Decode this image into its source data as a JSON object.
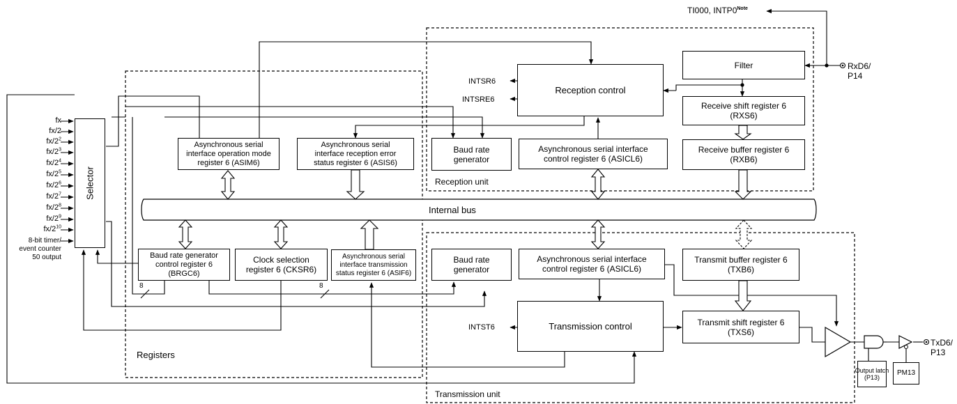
{
  "clock_inputs": [
    {
      "base": "fx",
      "exp": ""
    },
    {
      "base": "fx/2",
      "exp": ""
    },
    {
      "base": "fx/2",
      "exp": "2"
    },
    {
      "base": "fx/2",
      "exp": "3"
    },
    {
      "base": "fx/2",
      "exp": "4"
    },
    {
      "base": "fx/2",
      "exp": "5"
    },
    {
      "base": "fx/2",
      "exp": "6"
    },
    {
      "base": "fx/2",
      "exp": "7"
    },
    {
      "base": "fx/2",
      "exp": "8"
    },
    {
      "base": "fx/2",
      "exp": "9"
    },
    {
      "base": "fx/2",
      "exp": "10"
    }
  ],
  "timer_input": [
    "8-bit timer/",
    "event counter",
    "50 output"
  ],
  "selector_label": "Selector",
  "blocks": {
    "asim6": [
      "Asynchronous serial",
      "interface operation mode",
      "register 6 (ASIM6)"
    ],
    "asis6": [
      "Asynchronous serial",
      "interface reception error",
      "status register 6 (ASIS6)"
    ],
    "brgc6": [
      "Baud rate generator",
      "control register 6",
      "(BRGC6)"
    ],
    "cksr6": [
      "Clock selection",
      "register 6 (CKSR6)"
    ],
    "asif6": [
      "Asynchronous serial",
      "interface transmission",
      "status register 6 (ASIF6)"
    ],
    "baud_rx": [
      "Baud rate",
      "generator"
    ],
    "baud_tx": [
      "Baud rate",
      "generator"
    ],
    "asicl6_rx": [
      "Asynchronous serial interface",
      "control register 6 (ASICL6)"
    ],
    "asicl6_tx": [
      "Asynchronous serial interface",
      "control register 6 (ASICL6)"
    ],
    "reception_control": [
      "Reception control"
    ],
    "transmission_control": [
      "Transmission control"
    ],
    "filter": [
      "Filter"
    ],
    "rxs6": [
      "Receive shift register 6",
      "(RXS6)"
    ],
    "rxb6": [
      "Receive buffer register 6",
      "(RXB6)"
    ],
    "txb6": [
      "Transmit buffer register 6",
      "(TXB6)"
    ],
    "txs6": [
      "Transmit shift register 6",
      "(TXS6)"
    ],
    "output_latch": [
      "Output latch",
      "(P13)"
    ],
    "pm13": [
      "PM13"
    ]
  },
  "labels": {
    "internal_bus": "Internal bus",
    "registers": "Registers",
    "reception_unit": "Reception unit",
    "transmission_unit": "Transmission unit",
    "intsr6": "INTSR6",
    "intsre6": "INTSRE6",
    "intst6": "INTST6",
    "rxd6": [
      "RxD6/",
      "P14"
    ],
    "txd6": [
      "TxD6/",
      "P13"
    ],
    "ti000": "TI000, INTP0",
    "note": "Note",
    "bus_width_1": "8",
    "bus_width_2": "8"
  }
}
